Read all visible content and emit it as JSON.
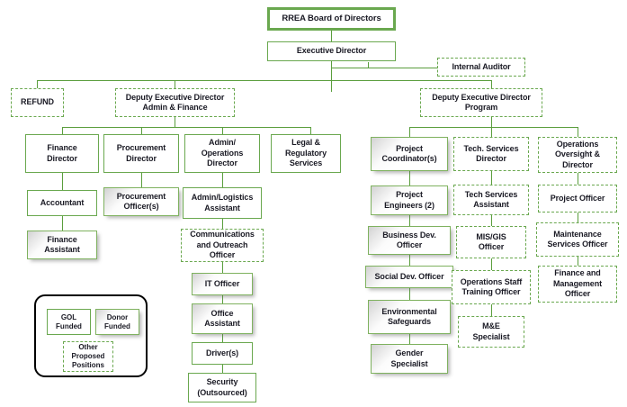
{
  "document": {
    "title": "RREA Organizational Structure Chart",
    "type": "organizational-chart"
  },
  "colors": {
    "box_border_green": "#6aa84f",
    "connector_green": "#5a9e3d",
    "text": "#1a1a24",
    "legend_border": "#000000",
    "background": "#ffffff"
  },
  "nodes": {
    "board": "RREA Board of Directors",
    "executive_director": "Executive Director",
    "internal_auditor": "Internal Auditor",
    "refund": "REFUND",
    "ded_admin_line1": "Deputy Executive Director",
    "ded_admin_line2": "Admin & Finance",
    "ded_program_line1": "Deputy Executive Director",
    "ded_program_line2": "Program",
    "finance_director_l1": "Finance",
    "finance_director_l2": "Director",
    "accountant": "Accountant",
    "finance_assistant_l1": "Finance",
    "finance_assistant_l2": "Assistant",
    "procurement_director_l1": "Procurement",
    "procurement_director_l2": "Director",
    "procurement_officer_l1": "Procurement",
    "procurement_officer_l2": "Officer(s)",
    "admin_ops_director_l1": "Admin/",
    "admin_ops_director_l2": "Operations",
    "admin_ops_director_l3": "Director",
    "admin_logistics_l1": "Admin/Logistics",
    "admin_logistics_l2": "Assistant",
    "comms_officer_l1": "Communications",
    "comms_officer_l2": "and Outreach",
    "comms_officer_l3": "Officer",
    "it_officer": "IT Officer",
    "office_assistant_l1": "Office",
    "office_assistant_l2": "Assistant",
    "drivers": "Driver(s)",
    "security_l1": "Security",
    "security_l2": "(Outsourced)",
    "legal_l1": "Legal &",
    "legal_l2": "Regulatory",
    "legal_l3": "Services",
    "project_coordinator_l1": "Project",
    "project_coordinator_l2": "Coordinator(s)",
    "project_engineers_l1": "Project",
    "project_engineers_l2": "Engineers (2)",
    "business_dev_l1": "Business Dev.",
    "business_dev_l2": "Officer",
    "social_dev": "Social Dev. Officer",
    "environmental_l1": "Environmental",
    "environmental_l2": "Safeguards",
    "gender_l1": "Gender",
    "gender_l2": "Specialist",
    "tech_services_director_l1": "Tech. Services",
    "tech_services_director_l2": "Director",
    "tech_services_assistant_l1": "Tech Services",
    "tech_services_assistant_l2": "Assistant",
    "mis_gis_l1": "MIS/GIS",
    "mis_gis_l2": "Officer",
    "ops_staff_training_l1": "Operations Staff",
    "ops_staff_training_l2": "Training Officer",
    "me_specialist_l1": "M&E",
    "me_specialist_l2": "Specialist",
    "ops_oversight_l1": "Operations",
    "ops_oversight_l2": "Oversight &",
    "ops_oversight_l3": "Director",
    "project_officer": "Project Officer",
    "maintenance_l1": "Maintenance",
    "maintenance_l2": "Services Officer",
    "finance_mgmt_l1": "Finance and",
    "finance_mgmt_l2": "Management",
    "finance_mgmt_l3": "Officer"
  },
  "legend": {
    "gol_l1": "GOL",
    "gol_l2": "Funded",
    "donor_l1": "Donor",
    "donor_l2": "Funded",
    "other_l1": "Other",
    "other_l2": "Proposed",
    "other_l3": "Positions"
  }
}
